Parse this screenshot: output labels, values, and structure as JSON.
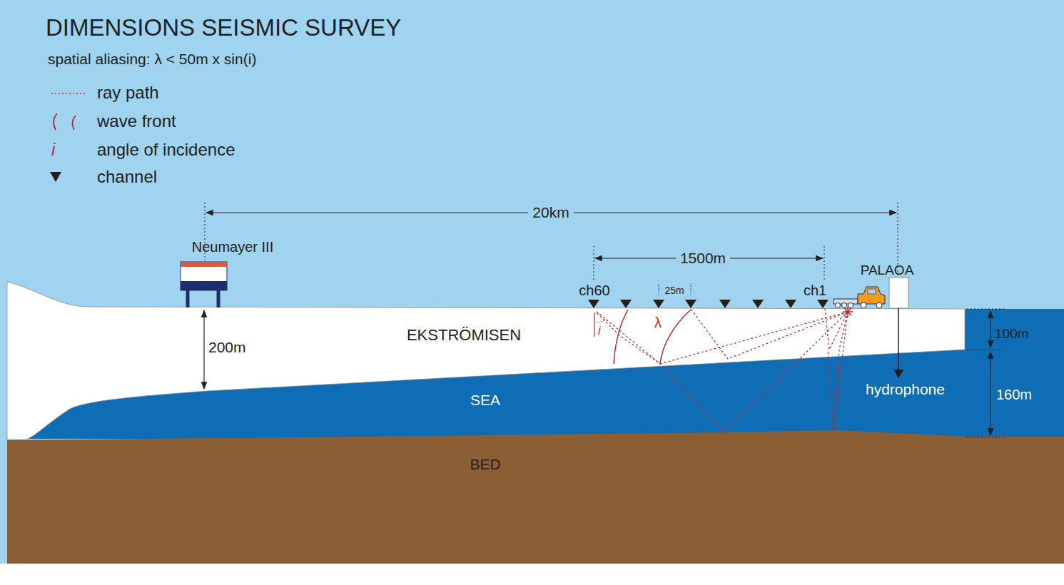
{
  "diagram": {
    "title": "DIMENSIONS SEISMIC SURVEY",
    "labels": [
      "spatial aliasing: λ < 50m x sin(i)",
      "i",
      "20km",
      "Neumayer III",
      "1500m",
      "ch60",
      "25m",
      "ch1",
      "PALAOA",
      "200m",
      "EKSTRÖMISEN",
      "i",
      "λ",
      "100m",
      "hydrophone",
      "160m",
      "SEA",
      "BED"
    ],
    "legend": [
      {
        "text": "ray path"
      },
      {
        "text": "wave front"
      },
      {
        "text": "angle of incidence"
      },
      {
        "text": "channel"
      }
    ]
  }
}
